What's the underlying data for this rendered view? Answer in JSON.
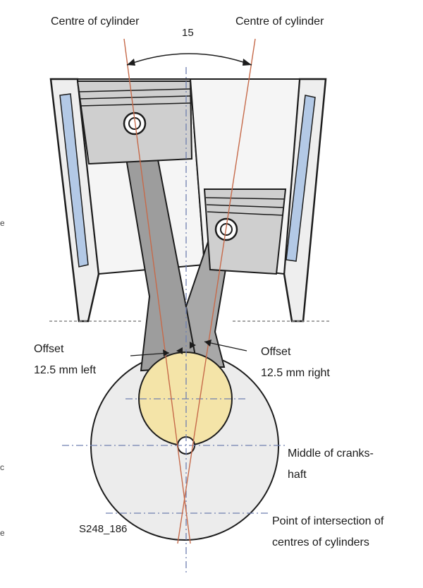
{
  "labels": {
    "cyl_left": "Centre of cylinder",
    "cyl_right": "Centre of cylinder",
    "angle": "15",
    "offset_left_title": "Offset",
    "offset_left_value": "12.5 mm left",
    "offset_right_title": "Offset",
    "offset_right_value": "12.5 mm right",
    "middle_line1": "Middle of cranks-",
    "middle_line2": "haft",
    "intersection_line1": "Point of intersection of",
    "intersection_line2": "centres of cylinders",
    "figure_code": "S248_186"
  },
  "edge_fragments": [
    "e",
    "c",
    "e"
  ],
  "colors": {
    "block": "#eeeeee",
    "piston": "#cfcfcf",
    "rod": "#9d9d9d",
    "crankpin": "#f4e4a8",
    "coolant": "#b3c9e6",
    "centre_line": "#c66a4a",
    "dash_line": "#6f7fb0",
    "outline": "#1c1c1c"
  }
}
